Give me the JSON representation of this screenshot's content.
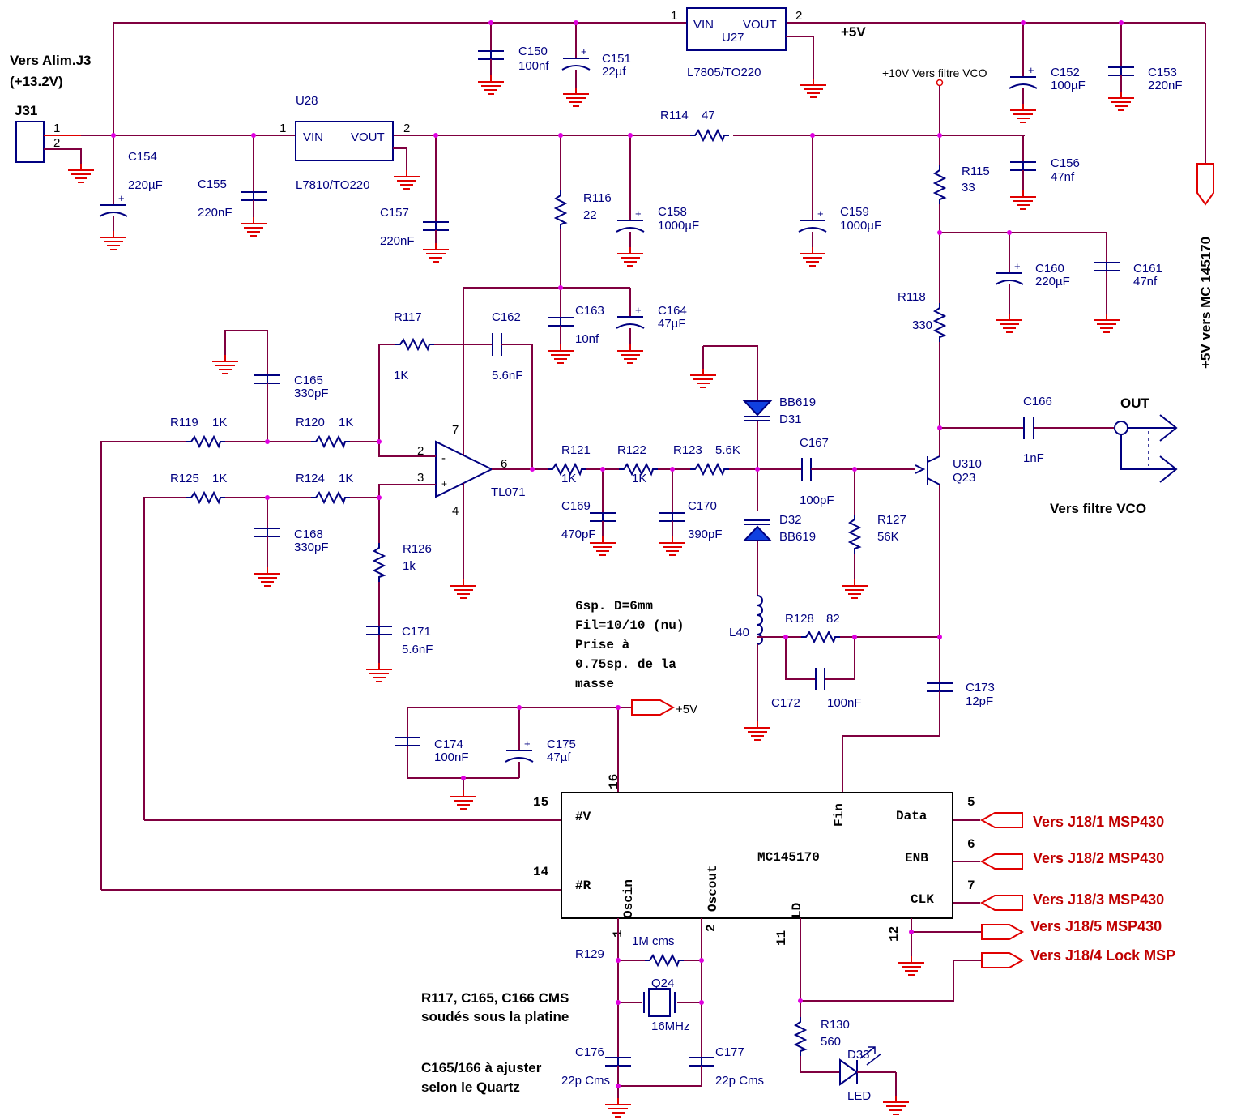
{
  "connectors": {
    "supply_title": "Vers Alim.J3",
    "supply_volt": "(+13.2V)",
    "j31": "J31",
    "plus5": "+5V",
    "vco10v": "+10V Vers filtre VCO",
    "plus5_mc": "+5V vers MC 145170",
    "out": "OUT",
    "vers_vco": "Vers filtre VCO",
    "plus5_small": "+5V"
  },
  "regulators": {
    "u27_name": "U27",
    "u27_part": "L7805/TO220",
    "u28_name": "U28",
    "u28_part": "L7810/TO220",
    "vin": "VIN",
    "vout": "VOUT"
  },
  "components": {
    "C150": "C150",
    "C150v": "100nf",
    "C151": "C151",
    "C151v": "22µf",
    "C152": "C152",
    "C152v": "100µF",
    "C153": "C153",
    "C153v": "220nF",
    "C154": "C154",
    "C154v": "220µF",
    "C155": "C155",
    "C155v": "220nF",
    "C156": "C156",
    "C156v": "47nf",
    "C157": "C157",
    "C157v": "220nF",
    "C158": "C158",
    "C158v": "1000µF",
    "C159": "C159",
    "C159v": "1000µF",
    "C160": "C160",
    "C160v": "220µF",
    "C161": "C161",
    "C161v": "47nf",
    "C162": "C162",
    "C162v": "5.6nF",
    "C163": "C163",
    "C163v": "10nf",
    "C164": "C164",
    "C164v": "47µF",
    "C165": "C165",
    "C165v": "330pF",
    "C166": "C166",
    "C166v": "1nF",
    "C167": "C167",
    "C167v": "100pF",
    "C168": "C168",
    "C168v": "330pF",
    "C169": "C169",
    "C169v": "470pF",
    "C170": "C170",
    "C170v": "390pF",
    "C171": "C171",
    "C171v": "5.6nF",
    "C172": "C172",
    "C172v": "100nF",
    "C173": "C173",
    "C173v": "12pF",
    "C174": "C174",
    "C174v": "100nF",
    "C175": "C175",
    "C175v": "47µf",
    "C176": "C176",
    "C176v": "22p Cms",
    "C177": "C177",
    "C177v": "22p Cms",
    "R114": "R114",
    "R114v": "47",
    "R115": "R115",
    "R115v": "33",
    "R116": "R116",
    "R116v": "22",
    "R117": "R117",
    "R117v": "1K",
    "R118": "R118",
    "R118v": "330",
    "R119": "R119",
    "R119v": "1K",
    "R120": "R120",
    "R120v": "1K",
    "R121": "R121",
    "R121v": "1K",
    "R122": "R122",
    "R122v": "1K",
    "R123": "R123",
    "R123v": "5.6K",
    "R124": "R124",
    "R124v": "1K",
    "R125": "R125",
    "R125v": "1K",
    "R126": "R126",
    "R126v": "1k",
    "R127": "R127",
    "R127v": "56K",
    "R128": "R128",
    "R128v": "82",
    "R129": "R129",
    "R129v": "1M cms",
    "R130": "R130",
    "R130v": "560",
    "D31": "D31",
    "D31v": "BB619",
    "D32": "D32",
    "D32v": "BB619",
    "D33": "D33",
    "D33v": "LED",
    "L40": "L40",
    "U310": "U310",
    "Q23": "Q23",
    "Q24": "Q24",
    "Q24v": "16MHz",
    "TL071": "TL071"
  },
  "pins": {
    "p1": "1",
    "p2": "2",
    "p3": "3",
    "p4": "4",
    "p5": "5",
    "p6": "6",
    "p7": "7",
    "p11": "11",
    "p12": "12",
    "p14": "14",
    "p15": "15",
    "p16": "16",
    "opminus": "-",
    "opplus": "+",
    "capplus": "+"
  },
  "mc145170": {
    "name": "MC145170",
    "pin_v": "#V",
    "pin_r": "#R",
    "fin": "Fin",
    "data": "Data",
    "enb": "ENB",
    "clk": "CLK",
    "oscin": "Oscin",
    "oscout": "Oscout",
    "ld": "LD"
  },
  "outputs": {
    "j18_1": "Vers J18/1 MSP430",
    "j18_2": "Vers J18/2 MSP430",
    "j18_3": "Vers J18/3 MSP430",
    "j18_5": "Vers J18/5 MSP430",
    "j18_4": "Vers J18/4 Lock MSP"
  },
  "notes": {
    "coil_1": "6sp. D=6mm",
    "coil_2": "Fil=10/10 (nu)",
    "coil_3": "Prise à",
    "coil_4": "0.75sp. de la",
    "coil_5": "masse",
    "cms_1": "R117, C165, C166  CMS",
    "cms_2": "soudés sous la platine",
    "adj_1": "C165/166 à ajuster",
    "adj_2": "selon le Quartz"
  },
  "colors": {
    "wire": "#800040",
    "component": "#000080",
    "ground": "#e00000",
    "junction": "#e000e0"
  }
}
